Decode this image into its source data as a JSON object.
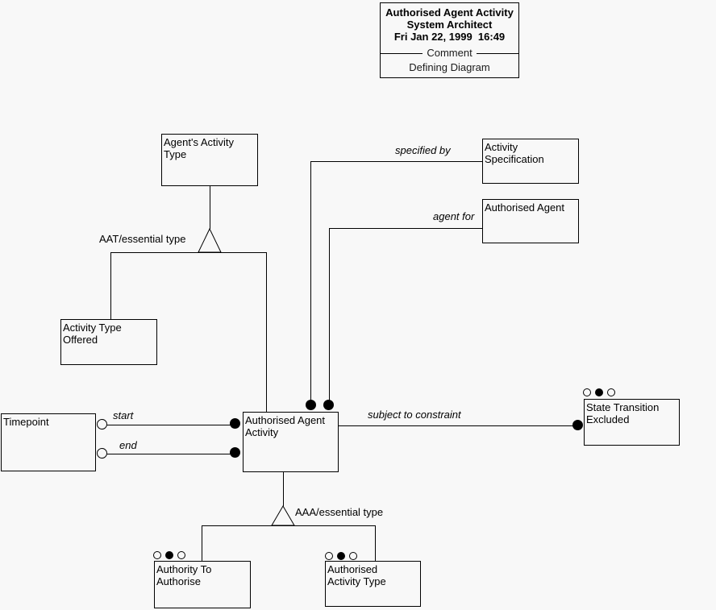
{
  "diagram": {
    "title_box": {
      "title": "Authorised Agent Activity",
      "tool": "System Architect",
      "datetime": "Fri Jan 22, 1999  16:49",
      "separator_label": "Comment",
      "comment": "Defining Diagram"
    },
    "entities": {
      "agents_activity_type": "Agent's Activity\nType",
      "activity_specification": "Activity\nSpecification",
      "authorised_agent": "Authorised Agent",
      "activity_type_offered": "Activity Type\nOffered",
      "timepoint": "Timepoint",
      "authorised_agent_activity": "Authorised Agent\nActivity",
      "state_transition_excluded": "State Transition\nExcluded",
      "authority_to_authorise": "Authority To\nAuthorise",
      "authorised_activity_type": "Authorised\nActivity Type"
    },
    "relationships": {
      "specified_by": "specified by",
      "agent_for": "agent for",
      "start": "start",
      "end": "end",
      "subject_to_constraint": "subject to constraint",
      "aat_essential_type": "AAT/essential type",
      "aaa_essential_type": "AAA/essential type"
    },
    "colors": {
      "background": "#f8f8f8",
      "line": "#000000"
    }
  }
}
